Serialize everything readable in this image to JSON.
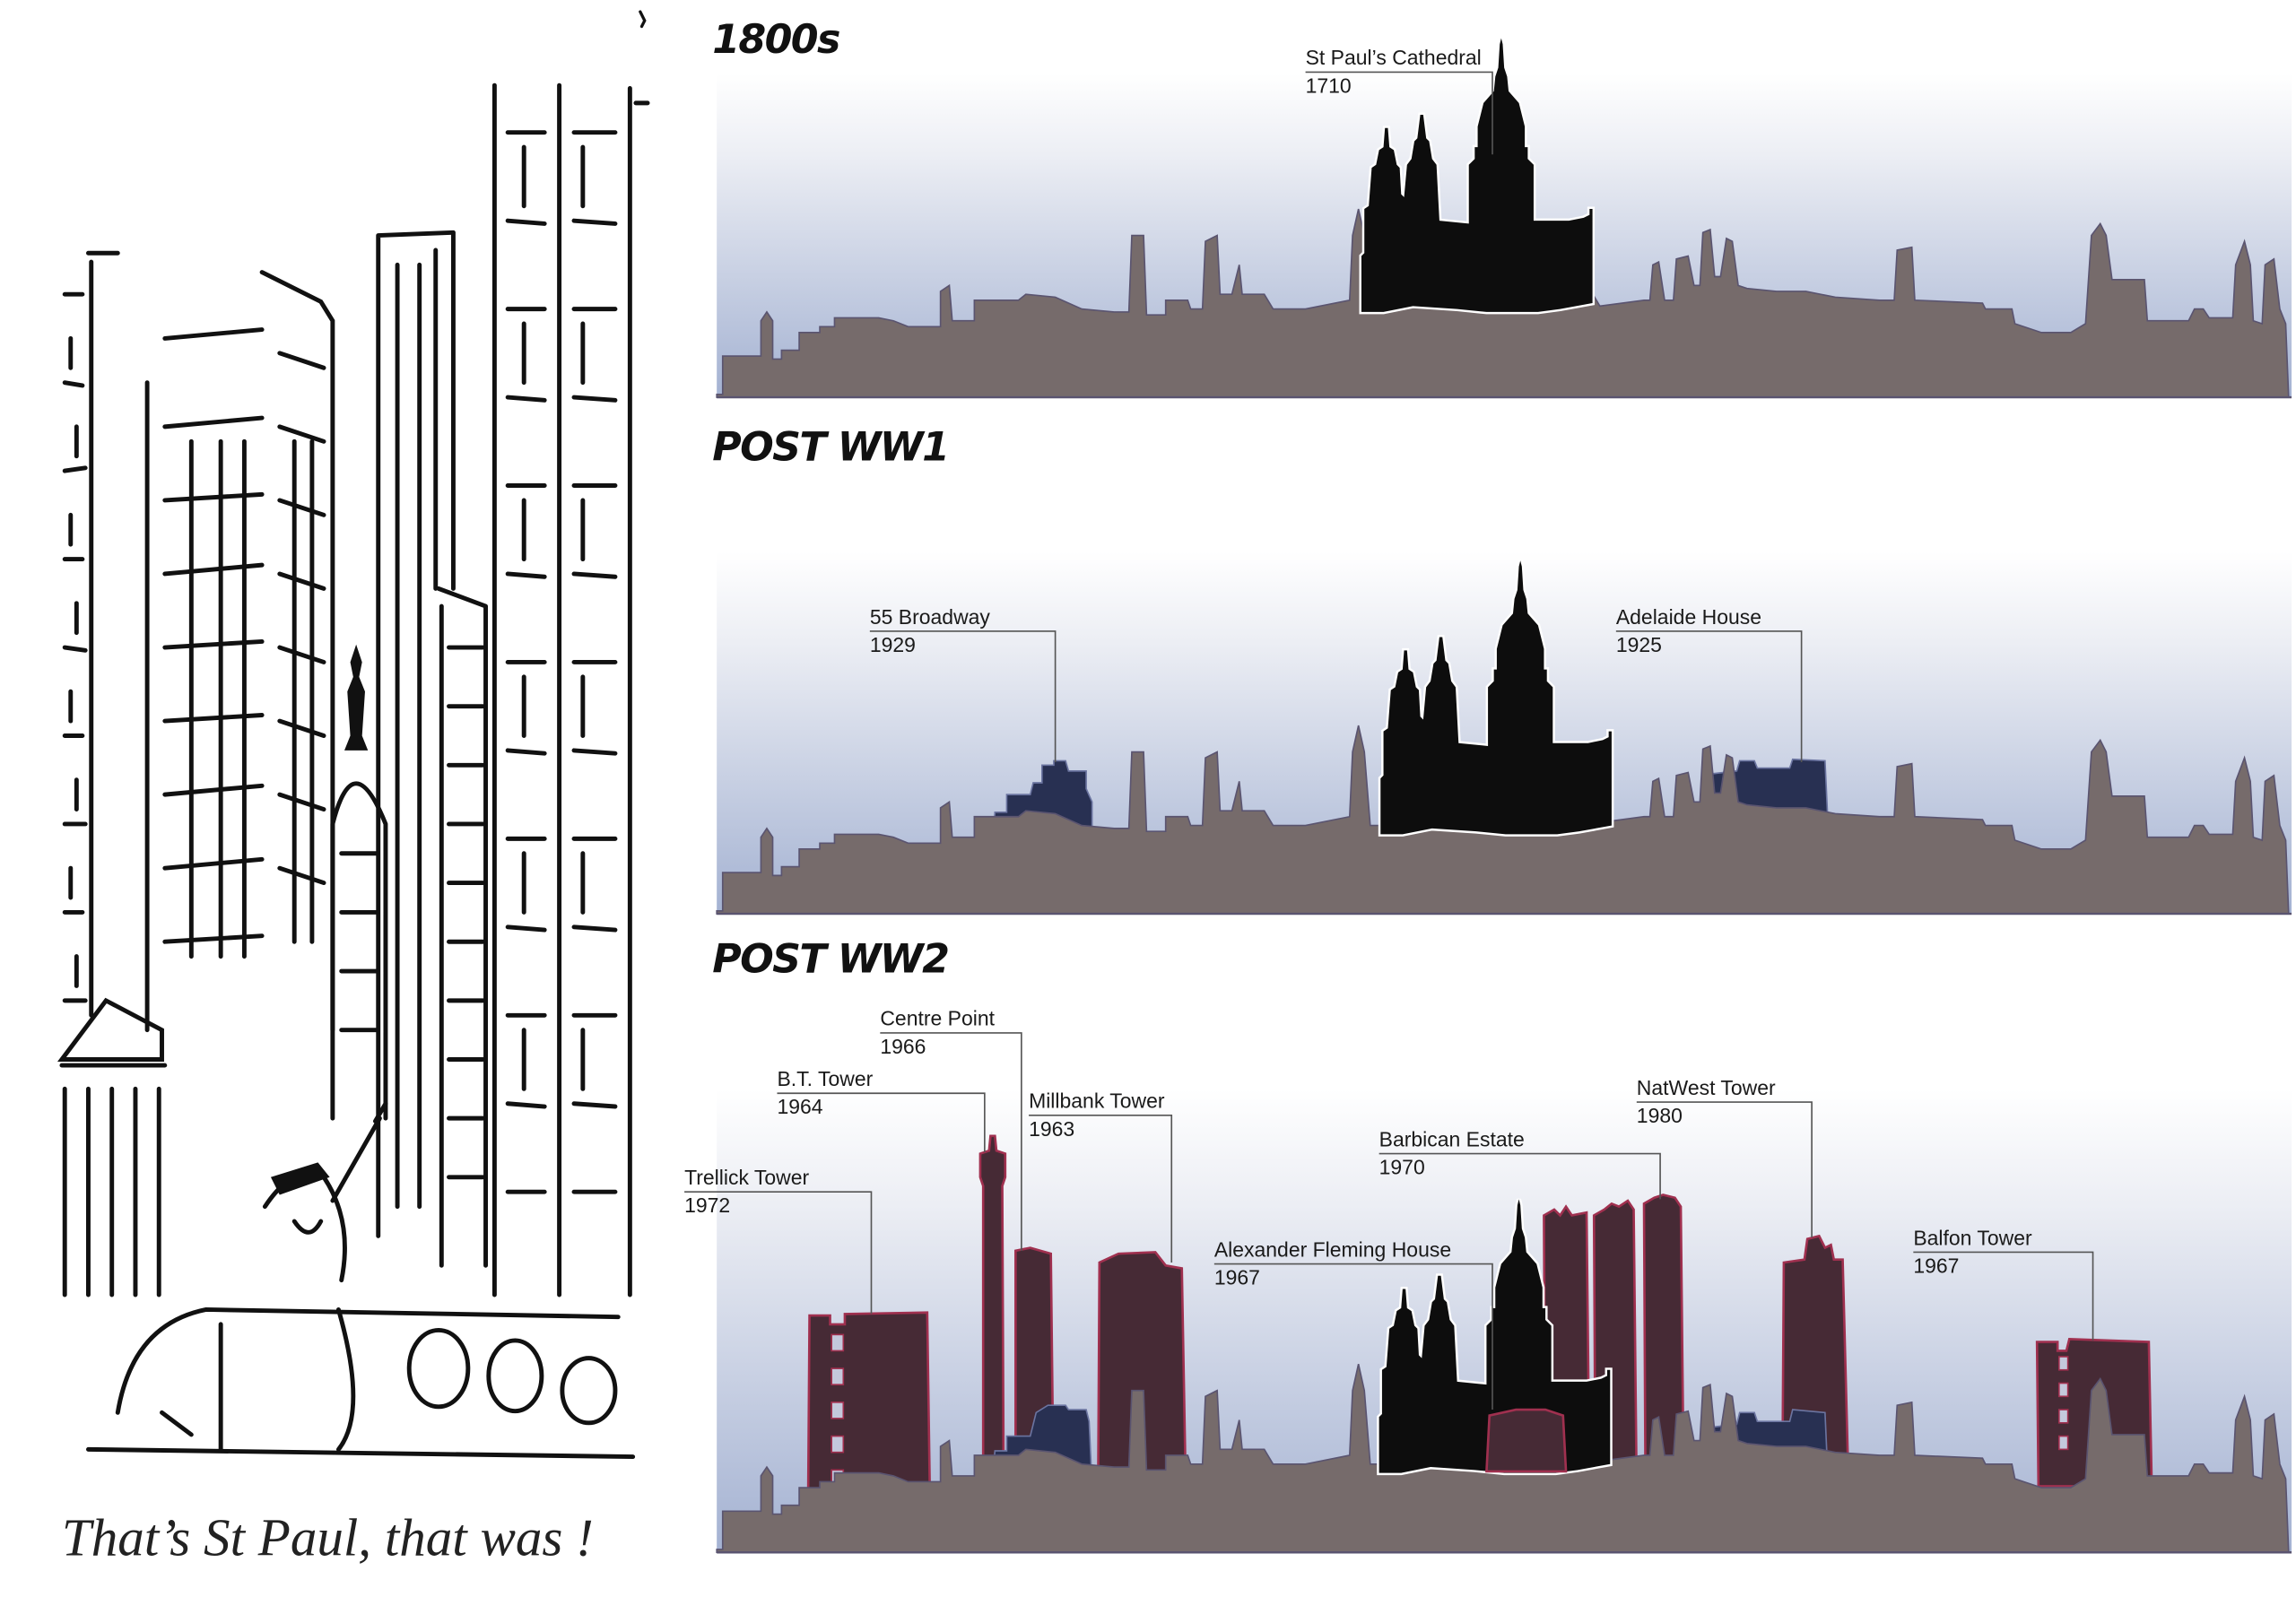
{
  "cartoon": {
    "caption": "That’s St Paul, that was !",
    "style": "black-and-white ink illustration of tower blocks dwarfing a dome"
  },
  "colors": {
    "ground": "#766b6b",
    "st_pauls": "#0d0d0d",
    "post_ww1_buildings": "#283052",
    "post_ww2_buildings": "#462a35",
    "post_ww2_outline": "#a0304f",
    "sky_top": "#ffffff",
    "sky_bottom": "#a4b2d2"
  },
  "panels": [
    {
      "title": "1800s",
      "labels": [
        {
          "name": "St Paul’s Cathedral",
          "year": "1710"
        }
      ]
    },
    {
      "title": "POST WW1",
      "labels": [
        {
          "name": "55 Broadway",
          "year": "1929"
        },
        {
          "name": "Adelaide House",
          "year": "1925"
        }
      ]
    },
    {
      "title": "POST WW2",
      "labels": [
        {
          "name": "Trellick  Tower",
          "year": "1972"
        },
        {
          "name": "B.T. Tower",
          "year": "1964"
        },
        {
          "name": "Centre Point",
          "year": "1966"
        },
        {
          "name": "Millbank Tower",
          "year": "1963"
        },
        {
          "name": "Alexander Fleming House",
          "year": "1967"
        },
        {
          "name": "Barbican Estate",
          "year": "1970"
        },
        {
          "name": "NatWest Tower",
          "year": "1980"
        },
        {
          "name": "Balfon Tower",
          "year": "1967"
        }
      ]
    }
  ]
}
